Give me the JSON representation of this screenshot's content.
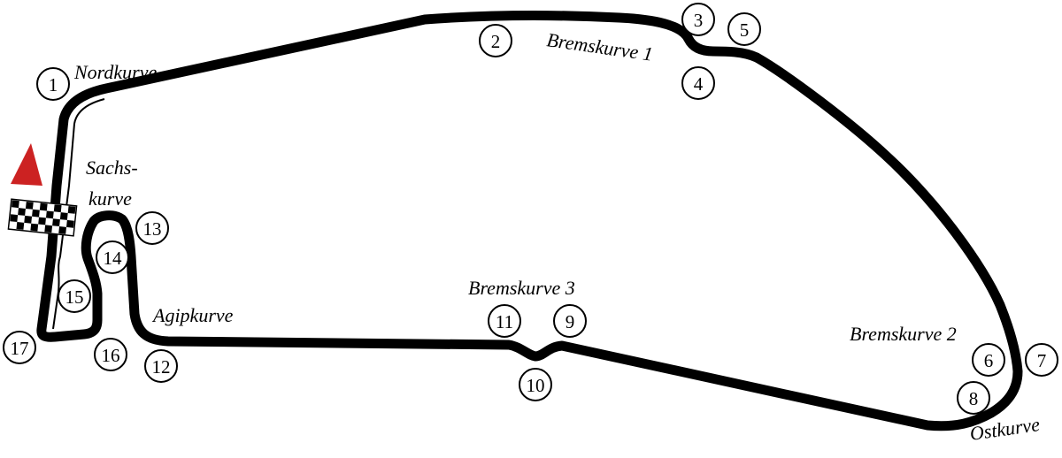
{
  "colors": {
    "track": "#000000",
    "background": "#ffffff",
    "direction_arrow": "#cc2222",
    "checker_dark": "#000000",
    "checker_light": "#ffffff"
  },
  "icons": {
    "direction": "direction-arrow-icon",
    "start_finish": "checkered-flag-icon"
  },
  "corner_labels": [
    {
      "id": "nordkurve",
      "text": "Nordkurve"
    },
    {
      "id": "bremskurve1",
      "text": "Bremskurve 1"
    },
    {
      "id": "sachskurve1",
      "text": "Sachs-"
    },
    {
      "id": "sachskurve2",
      "text": "kurve"
    },
    {
      "id": "agipkurve",
      "text": "Agipkurve"
    },
    {
      "id": "bremskurve3",
      "text": "Bremskurve 3"
    },
    {
      "id": "bremskurve2",
      "text": "Bremskurve 2"
    },
    {
      "id": "ostkurve",
      "text": "Ostkurve"
    }
  ],
  "turns": [
    "1",
    "2",
    "3",
    "4",
    "5",
    "6",
    "7",
    "8",
    "9",
    "10",
    "11",
    "12",
    "13",
    "14",
    "15",
    "16",
    "17"
  ]
}
